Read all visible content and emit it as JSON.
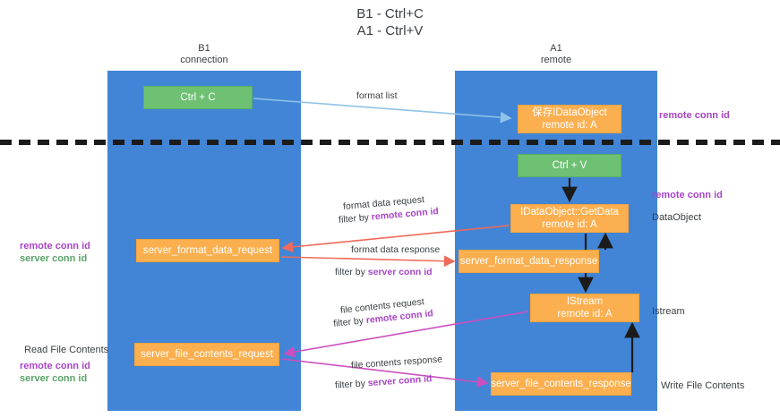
{
  "title": {
    "line1": "B1 - Ctrl+C",
    "line2": "A1 - Ctrl+V"
  },
  "columns": [
    {
      "name": "B1",
      "role": "connection"
    },
    {
      "name": "A1",
      "role": "remote"
    }
  ],
  "nodes": {
    "ctrl_c": {
      "label": "Ctrl + C",
      "color": "#6ec173"
    },
    "store_dataobject": {
      "line1": "保存IDataObject",
      "line2": "remote id: A",
      "color": "#fcaf4f"
    },
    "ctrl_v": {
      "label": "Ctrl + V",
      "color": "#6ec173"
    },
    "getdata": {
      "line1": "IDataObject::GetData",
      "line2": "remote id: A",
      "color": "#fcaf4f"
    },
    "server_format_data_request": {
      "label": "server_format_data_request",
      "color": "#fcaf4f"
    },
    "server_format_data_response": {
      "label": "server_format_data_response",
      "color": "#fcaf4f"
    },
    "istream": {
      "line1": "IStream",
      "line2": "remote id: A",
      "color": "#fcaf4f"
    },
    "server_file_contents_request": {
      "label": "server_file_contents_request",
      "color": "#fcaf4f"
    },
    "server_file_contents_response": {
      "label": "server_file_contents_response",
      "color": "#fcaf4f"
    }
  },
  "edge_labels": {
    "format_list": "format list",
    "format_data_request": "format data request",
    "format_data_request_filter_prefix": "filter by ",
    "format_data_request_filter_id": "remote conn id",
    "format_data_response": "format data response",
    "format_data_response_filter_prefix": "filter by ",
    "format_data_response_filter_id": "server conn id",
    "file_contents_request": "file contents request",
    "file_contents_request_filter_prefix": "filter by ",
    "file_contents_request_filter_id": "remote conn id",
    "file_contents_response": "file contents response",
    "file_contents_response_filter_prefix": "filter by ",
    "file_contents_response_filter_id": "server conn id"
  },
  "annotations": {
    "remote_conn_id_top": "remote conn id",
    "remote_conn_id_mid": "remote conn id",
    "dataobject": "DataObject",
    "istream": "Istream",
    "write_file_contents": "Write File Contents",
    "read_file_contents": "Read File Contents",
    "left_remote_conn_id_1": "remote conn id",
    "left_server_conn_id_1": "server conn id",
    "left_remote_conn_id_2": "remote conn id",
    "left_server_conn_id_2": "server conn id"
  },
  "colors": {
    "lane": "#4285d6",
    "green_node": "#6ec173",
    "orange_node": "#fcaf4f",
    "remote_conn_id": "#a845c6",
    "server_conn_id": "#5aa469",
    "arrow_blue": "#8fc3e8",
    "arrow_red": "#ef6a5a",
    "arrow_magenta": "#cc4fc0",
    "arrow_black": "#1b1b1b",
    "divider": "#1b1b1b"
  }
}
